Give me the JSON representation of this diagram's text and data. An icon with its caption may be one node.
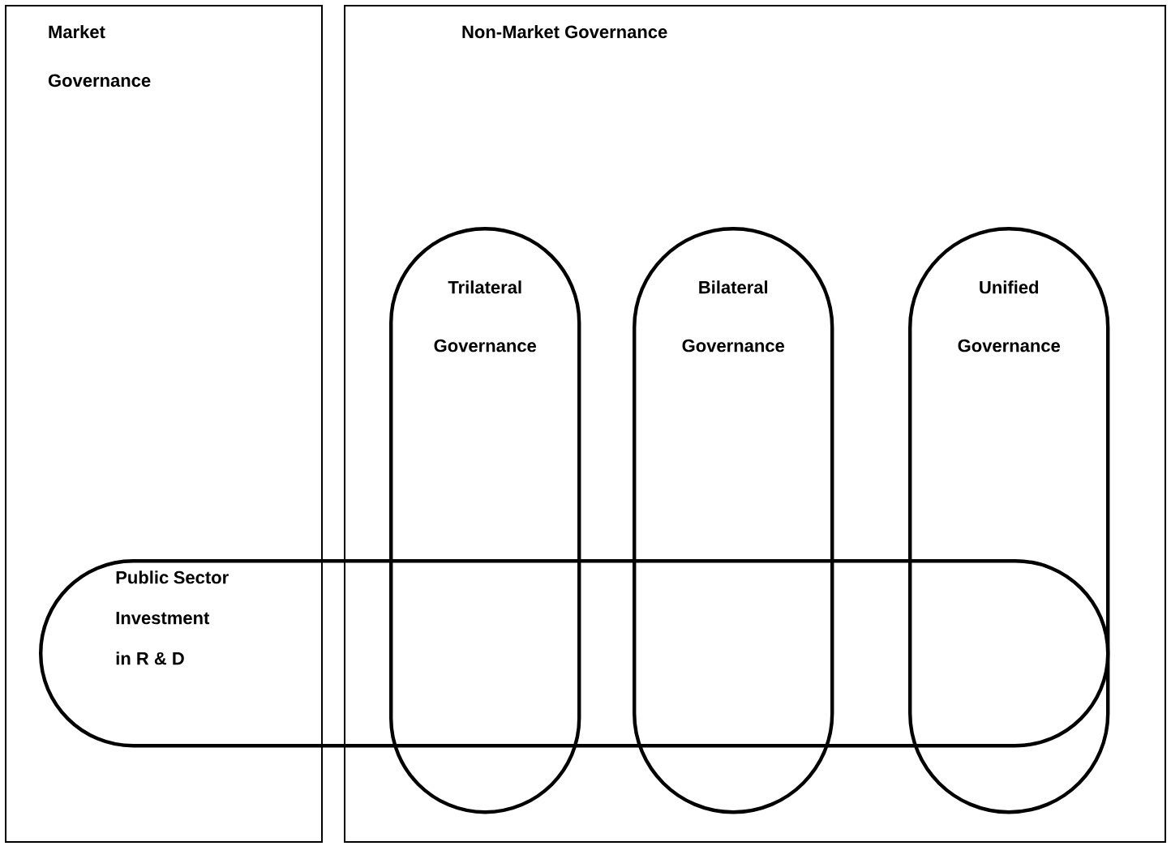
{
  "diagram": {
    "nodes": [
      {
        "text": [
          "Market Governance"
        ]
      },
      {
        "text": [
          "Non-Market Governance"
        ]
      },
      {
        "text": [
          "Trilateral Governance"
        ],
        "in": 1
      },
      {
        "text": [
          "Bilateral Governance"
        ],
        "in": 1
      },
      {
        "text": [
          "Unified Governance"
        ],
        "in": 1
      },
      {
        "text": [
          "Public Sector Investment in R & D"
        ]
      }
    ]
  }
}
